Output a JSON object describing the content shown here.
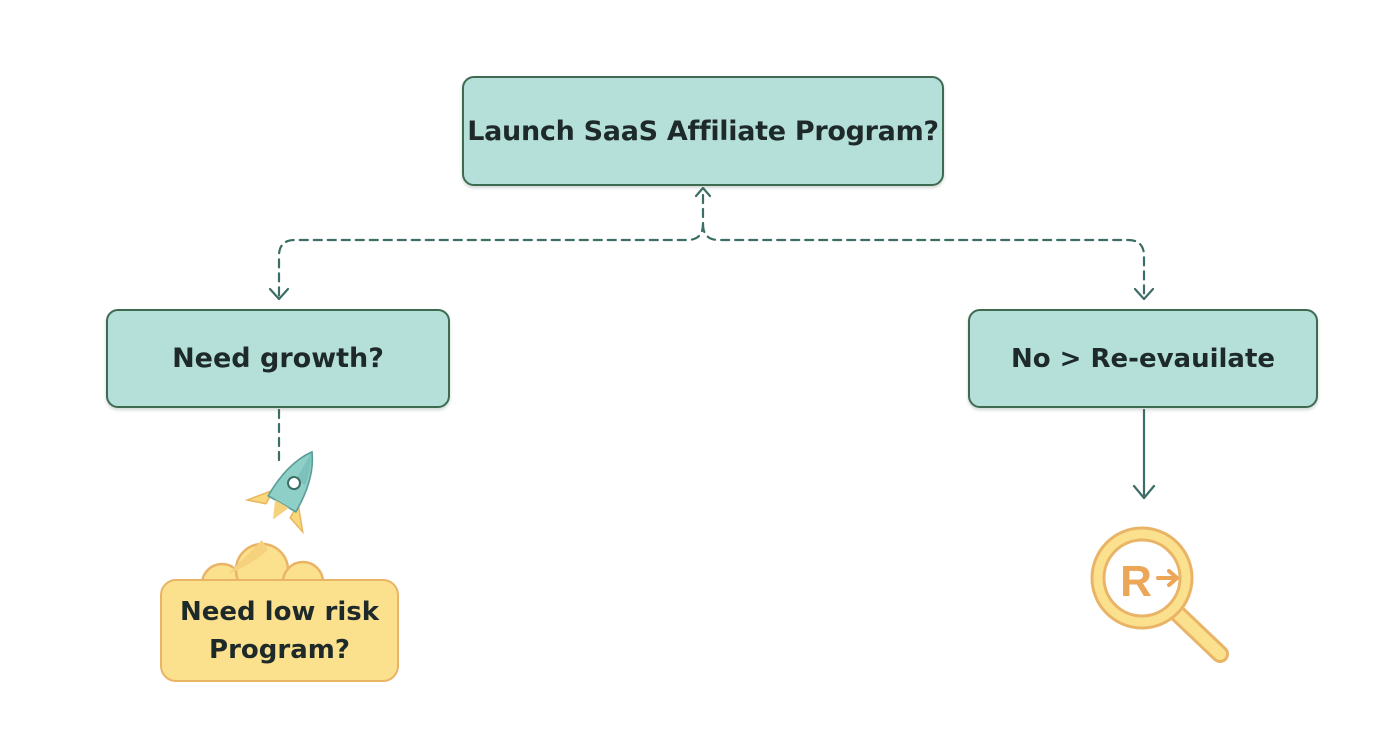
{
  "diagram": {
    "nodes": [
      {
        "id": "root",
        "label": "Launch SaaS Affiliate Program?"
      },
      {
        "id": "yes-branch",
        "label": "Need growth?"
      },
      {
        "id": "no-branch",
        "label": "No > Re-evauilate"
      },
      {
        "id": "outcome",
        "lines": [
          "Need low risk",
          "Program?"
        ]
      }
    ],
    "edges": [
      {
        "from": "root",
        "to": "yes-branch",
        "style": "dashed"
      },
      {
        "from": "root",
        "to": "no-branch",
        "style": "dashed"
      },
      {
        "from": "yes-branch",
        "to": "outcome",
        "style": "dashed"
      },
      {
        "from": "no-branch",
        "to": "magnifier-icon",
        "style": "solid"
      }
    ],
    "icons": {
      "rocket": "rocket-icon",
      "cloud": "cloud-icon",
      "magnifier": "magnifier-icon",
      "magnifier_glyph": "R"
    },
    "colors": {
      "node_fill": "#b5e0da",
      "node_border": "#3f6a52",
      "connector": "#3c6e66",
      "accent_fill": "#fbe08e",
      "accent_border": "#eab467",
      "rocket_body": "#8ecfc8"
    }
  }
}
